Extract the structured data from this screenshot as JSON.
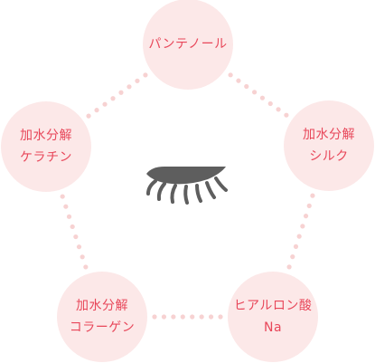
{
  "colors": {
    "accent": "#e8475a",
    "circle_fill": "#fce8e8",
    "dot": "#f7d2d2",
    "lash": "#5e5e5e"
  },
  "icons": {
    "center": "closed-eye-lashes-icon"
  },
  "ingredients": [
    {
      "lines": [
        "パンテノール"
      ]
    },
    {
      "lines": [
        "加水分解",
        "シルク"
      ]
    },
    {
      "lines": [
        "ヒアルロン酸",
        "Na"
      ]
    },
    {
      "lines": [
        "加水分解",
        "コラーゲン"
      ]
    },
    {
      "lines": [
        "加水分解",
        "ケラチン"
      ]
    }
  ]
}
